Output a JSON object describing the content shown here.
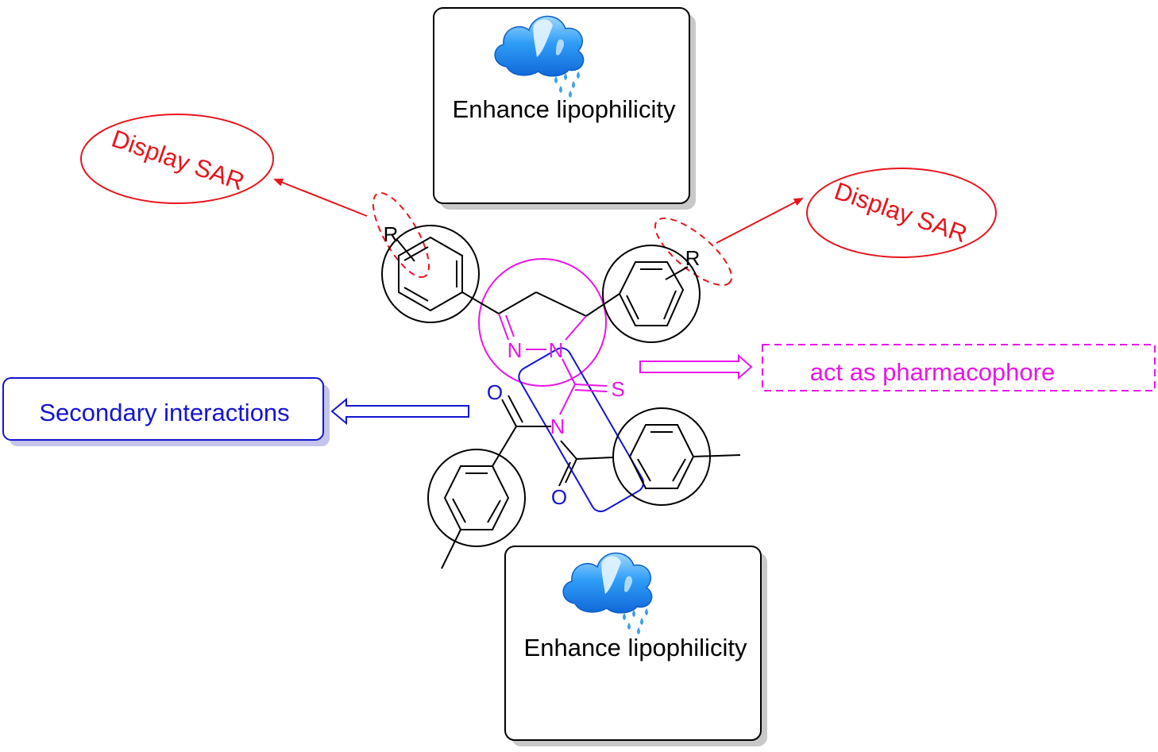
{
  "boxes": {
    "top": {
      "label": "Enhance lipophilicity",
      "icon": "rain-cloud-icon"
    },
    "bottom": {
      "label": "Enhance lipophilicity",
      "icon": "rain-cloud-icon"
    }
  },
  "sar": {
    "left": {
      "label": "Display SAR",
      "substituent": "R"
    },
    "right": {
      "label": "Display SAR",
      "substituent": "R"
    }
  },
  "pharmacophore": {
    "label": "act as pharmacophore"
  },
  "secondary": {
    "label": "Secondary interactions"
  },
  "atoms": {
    "n1": "N",
    "n2": "N",
    "n3": "N",
    "s": "S",
    "o1": "O",
    "o2": "O"
  },
  "colors": {
    "sar": "#e8141c",
    "pharmacophore": "#e815e8",
    "secondary": "#1414d2",
    "cloud": "#1e90ff",
    "bonds": "#000000",
    "box_shadow": "#c8c8c8",
    "secondary_shadow": "#c4c4ec"
  }
}
